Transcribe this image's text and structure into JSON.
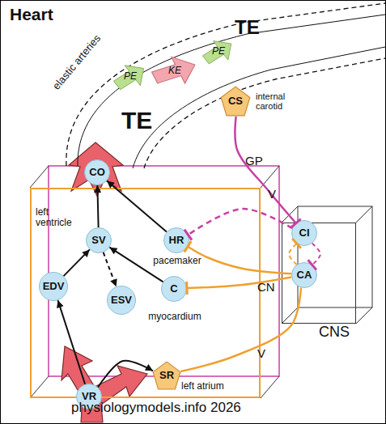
{
  "diagram": {
    "title": "Heart",
    "nodes": [
      {
        "text": [
          "elastic arteries"
        ]
      },
      {
        "text": [
          "PE"
        ],
        "in": 0
      },
      {
        "text": [
          "KE"
        ],
        "in": 0
      },
      {
        "text": [
          "PE"
        ],
        "in": 0
      },
      {
        "text": [
          "CS",
          "internal carotid"
        ]
      },
      {
        "text": [
          "left ventricle"
        ]
      },
      {
        "text": [
          "CO"
        ],
        "in": 5
      },
      {
        "text": [
          "SV"
        ],
        "in": 5
      },
      {
        "text": [
          "HR",
          "pacemaker"
        ],
        "in": 5
      },
      {
        "text": [
          "EDV"
        ],
        "in": 5
      },
      {
        "text": [
          "ESV"
        ],
        "in": 5
      },
      {
        "text": [
          "C",
          "myocardium"
        ],
        "in": 5
      },
      {
        "text": [
          "VR"
        ],
        "in": 5
      },
      {
        "text": [
          "SR",
          "left atrium"
        ],
        "in": 5
      },
      {
        "text": [
          "CNS"
        ]
      },
      {
        "text": [
          "CI"
        ],
        "in": 14
      },
      {
        "text": [
          "CA"
        ],
        "in": 14
      }
    ],
    "edges": [
      {
        "from": 4,
        "to": 15,
        "label": "GP",
        "arrow": "to"
      },
      {
        "from": 15,
        "to": 8,
        "label": "V",
        "arrow": "to"
      },
      {
        "from": 16,
        "to": 8,
        "label": "CN",
        "arrow": "to"
      },
      {
        "from": 16,
        "to": 11,
        "arrow": "to"
      },
      {
        "from": 13,
        "to": 16,
        "label": "V",
        "arrow": "none"
      },
      {
        "from": 16,
        "to": 15,
        "arrow": "to"
      },
      {
        "from": 15,
        "to": 16,
        "arrow": "to"
      },
      {
        "from": 12,
        "to": 9,
        "arrow": "to"
      },
      {
        "from": 9,
        "to": 7,
        "arrow": "to"
      },
      {
        "from": 7,
        "to": 6,
        "arrow": "to"
      },
      {
        "from": 8,
        "to": 6,
        "arrow": "to"
      },
      {
        "from": 11,
        "to": 7,
        "arrow": "to"
      },
      {
        "from": 7,
        "to": 10,
        "arrow": "to"
      },
      {
        "from": 12,
        "to": 13,
        "arrow": "to"
      }
    ],
    "labels": [
      "TE",
      "TE",
      "physiologymodels.info 2026"
    ]
  }
}
